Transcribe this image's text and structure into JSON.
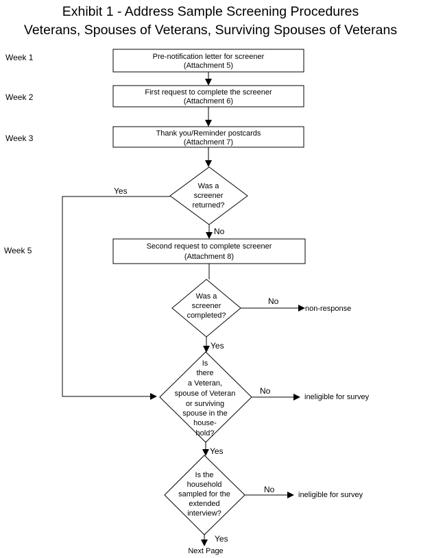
{
  "title": {
    "line1": "Exhibit 1 - Address Sample Screening Procedures",
    "line2": "Veterans, Spouses of Veterans, Surviving Spouses of Veterans"
  },
  "weeks": {
    "w1": "Week 1",
    "w2": "Week 2",
    "w3": "Week 3",
    "w5": "Week 5"
  },
  "steps": {
    "prenotification": {
      "line1": "Pre-notification letter for screener",
      "line2": "(Attachment 5)"
    },
    "first_request": {
      "line1": "First request to complete the screener",
      "line2": "(Attachment 6)"
    },
    "thank_you": {
      "line1": "Thank you/Reminder postcards",
      "line2": "(Attachment 7)"
    },
    "second_request": {
      "line1": "Second request to complete screener",
      "line2": "(Attachment 8)"
    }
  },
  "decisions": {
    "returned": [
      "Was a",
      "screener",
      "returned?"
    ],
    "completed": [
      "Was a",
      "screener",
      "completed?"
    ],
    "veteran": [
      "Is",
      "there",
      "a Veteran,",
      "spouse of Veteran",
      "or surviving",
      "spouse in the",
      "house-",
      "hold?"
    ],
    "sampled": [
      "Is the",
      "household",
      "sampled for the",
      "extended",
      "interview?"
    ]
  },
  "branch_labels": {
    "returned_yes": "Yes",
    "returned_no": "No",
    "completed_no": "No",
    "completed_yes": "Yes",
    "veteran_no": "No",
    "veteran_yes": "Yes",
    "sampled_no": "No",
    "sampled_yes": "Yes"
  },
  "outcomes": {
    "non_response": "non-response",
    "ineligible_1": "ineligible for survey",
    "ineligible_2": "ineligible for survey",
    "next_page": "Next Page"
  }
}
